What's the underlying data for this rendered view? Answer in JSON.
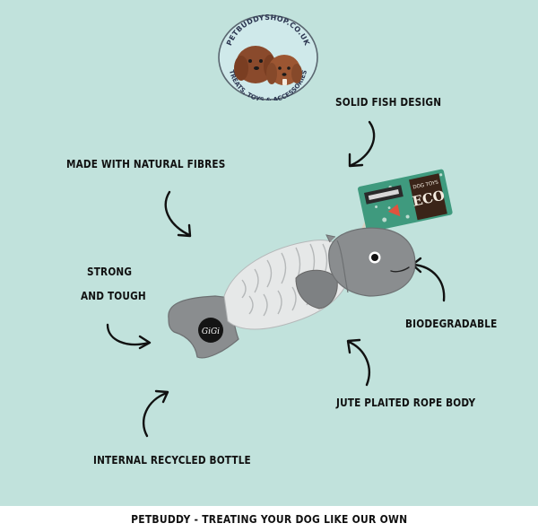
{
  "logo": {
    "top_text": "PETBUDDYSHOP.CO.UK",
    "bottom_text": "TREATS, TOYS & ACCESSORIES",
    "icon": "two-dogs-logo-icon"
  },
  "labels": {
    "solid_fish": "SOLID FISH DESIGN",
    "natural_fibres": "MADE WITH NATURAL FIBRES",
    "strong_line1": "STRONG",
    "strong_line2": "AND TOUGH",
    "biodegradable": "BIODEGRADABLE",
    "jute": "JUTE PLAITED ROPE BODY",
    "recycled": "INTERNAL RECYCLED BOTTLE"
  },
  "product": {
    "name": "rope fish dog toy",
    "tag_brand": "ECO",
    "tag_sub": "DOG TOYS",
    "badge": "GiGi"
  },
  "footer": {
    "tagline": "PETBUDDY - TREATING YOUR DOG LIKE OUR OWN"
  },
  "colors": {
    "background": "#c1e2dc",
    "text": "#111111",
    "felt": "#8a8d8f",
    "rope": "#e6e8e8",
    "tag_green": "#3f9a7e"
  }
}
